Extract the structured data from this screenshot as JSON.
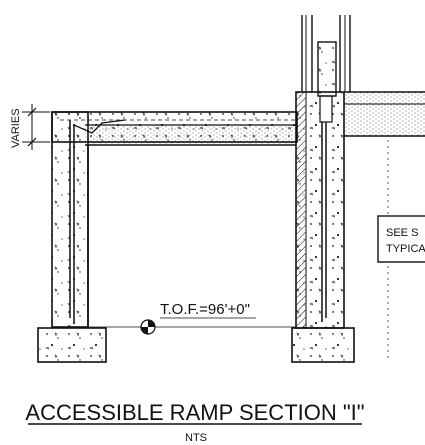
{
  "drawing": {
    "title": "ACCESSIBLE RAMP SECTION \"I\"",
    "scale_note": "NTS",
    "elevation_label": "T.O.F.=96'+0\"",
    "dimension_label": "VARIES",
    "callout_line1": "SEE S",
    "callout_line2": "TYPICA"
  }
}
